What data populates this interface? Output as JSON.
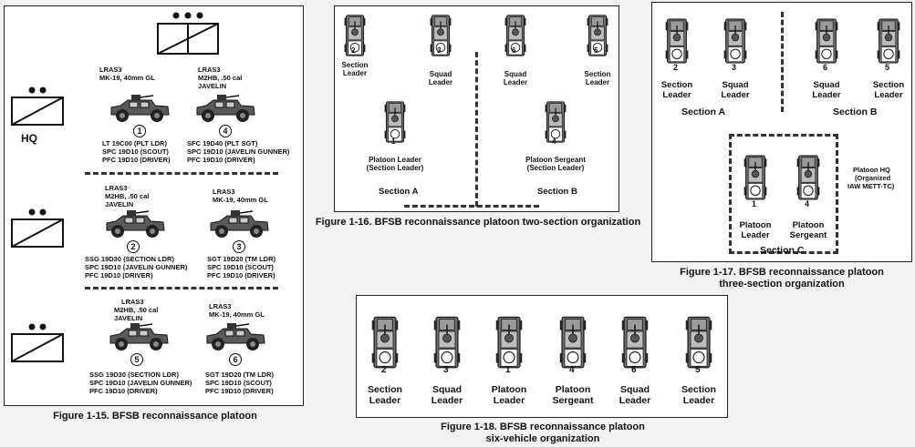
{
  "fig15": {
    "caption": "Figure 1-15. BFSB reconnaissance platoon",
    "hq_label": "HQ",
    "rows": [
      [
        {
          "header_line1": "LRAS3",
          "header_line2": "MK-19, 40mm GL",
          "header_line3": "",
          "number": "1",
          "crew": [
            "LT 19C00 (PLT LDR)",
            "SPC 19D10 (SCOUT)",
            "PFC 19D10 (DRIVER)"
          ]
        },
        {
          "header_line1": "LRAS3",
          "header_line2": "M2HB, .50 cal",
          "header_line3": "JAVELIN",
          "number": "4",
          "crew": [
            "SFC 19D40 (PLT SGT)",
            "SPC 19D10 (JAVELIN GUNNER)",
            "PFC 19D10 (DRIVER)"
          ]
        }
      ],
      [
        {
          "header_line1": "LRAS3",
          "header_line2": "M2HB, .50 cal",
          "header_line3": "JAVELIN",
          "number": "2",
          "crew": [
            "SSG 19D30 (SECTION LDR)",
            "SPC 19D10 (JAVELIN GUNNER)",
            "PFC 19D10 (DRIVER)"
          ]
        },
        {
          "header_line1": "LRAS3",
          "header_line2": "MK-19, 40mm GL",
          "header_line3": "",
          "number": "3",
          "crew": [
            "SGT 19D20 (TM LDR)",
            "SPC 19D10 (SCOUT)",
            "PFC 19D10 (DRIVER)"
          ]
        }
      ],
      [
        {
          "header_line1": "LRAS3",
          "header_line2": "M2HB, .50 cal",
          "header_line3": "JAVELIN",
          "number": "5",
          "crew": [
            "SSG 19D30 (SECTION LDR)",
            "SPC 19D10 (JAVELIN GUNNER)",
            "PFC 19D10 (DRIVER)"
          ]
        },
        {
          "header_line1": "LRAS3",
          "header_line2": "MK-19, 40mm GL",
          "header_line3": "",
          "number": "6",
          "crew": [
            "SGT 19D20 (TM LDR)",
            "SPC 19D10 (SCOUT)",
            "PFC 19D10 (DRIVER)"
          ]
        }
      ]
    ]
  },
  "fig16": {
    "caption": "Figure 1-16. BFSB reconnaissance platoon two-section organization",
    "vehicles": [
      {
        "number": "2",
        "line1": "Section",
        "line2": "Leader"
      },
      {
        "number": "3",
        "line1": "Squad",
        "line2": "Leader"
      },
      {
        "number": "6",
        "line1": "Squad",
        "line2": "Leader"
      },
      {
        "number": "5",
        "line1": "Section",
        "line2": "Leader"
      },
      {
        "number": "1",
        "line1": "Platoon Leader",
        "line2": "(Section Leader)"
      },
      {
        "number": "4",
        "line1": "Platoon Sergeant",
        "line2": "(Section Leader)"
      }
    ],
    "section_a": "Section A",
    "section_b": "Section B"
  },
  "fig17": {
    "caption_line1": "Figure 1-17. BFSB reconnaissance platoon",
    "caption_line2": "three-section organization",
    "vehicles": [
      {
        "number": "2",
        "line1": "Section",
        "line2": "Leader"
      },
      {
        "number": "3",
        "line1": "Squad",
        "line2": "Leader"
      },
      {
        "number": "6",
        "line1": "Squad",
        "line2": "Leader"
      },
      {
        "number": "5",
        "line1": "Section",
        "line2": "Leader"
      },
      {
        "number": "1",
        "line1": "Platoon",
        "line2": "Leader"
      },
      {
        "number": "4",
        "line1": "Platoon",
        "line2": "Sergeant"
      }
    ],
    "section_a": "Section A",
    "section_b": "Section B",
    "section_c": "Section C",
    "hq_note_line1": "Platoon HQ",
    "hq_note_line2": "(Organized",
    "hq_note_line3": "IAW METT-TC)"
  },
  "fig18": {
    "caption_line1": "Figure 1-18. BFSB reconnaissance platoon",
    "caption_line2": "six-vehicle organization",
    "vehicles": [
      {
        "number": "2",
        "line1": "Section",
        "line2": "Leader"
      },
      {
        "number": "3",
        "line1": "Squad",
        "line2": "Leader"
      },
      {
        "number": "1",
        "line1": "Platoon",
        "line2": "Leader"
      },
      {
        "number": "4",
        "line1": "Platoon",
        "line2": "Sergeant"
      },
      {
        "number": "6",
        "line1": "Squad",
        "line2": "Leader"
      },
      {
        "number": "5",
        "line1": "Section",
        "line2": "Leader"
      }
    ]
  }
}
